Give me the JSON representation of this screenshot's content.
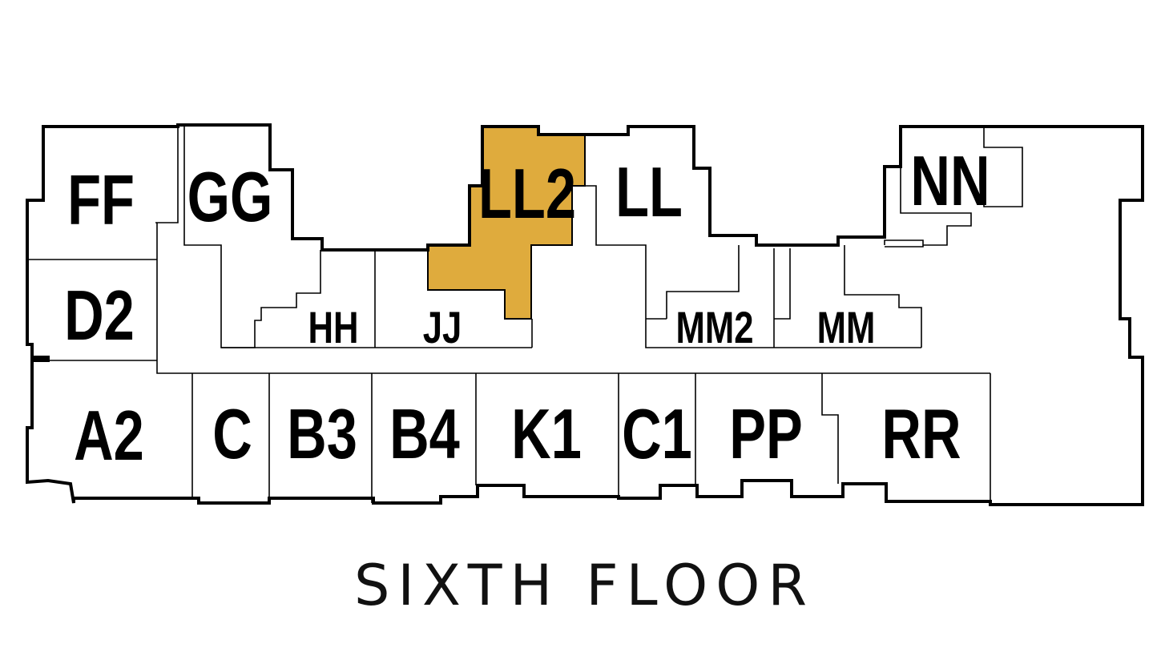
{
  "floor": {
    "title": "SIXTH FLOOR"
  },
  "colors": {
    "outline": "#000000",
    "highlight": "#dfab3d",
    "background": "#ffffff"
  },
  "highlighted_unit": "LL2",
  "units": {
    "ff": "FF",
    "gg": "GG",
    "ll2": "LL2",
    "ll": "LL",
    "nn": "NN",
    "d2": "D2",
    "hh": "HH",
    "jj": "JJ",
    "mm2": "MM2",
    "mm": "MM",
    "a2": "A2",
    "c": "C",
    "b3": "B3",
    "b4": "B4",
    "k1": "K1",
    "c1": "C1",
    "pp": "PP",
    "rr": "RR"
  }
}
